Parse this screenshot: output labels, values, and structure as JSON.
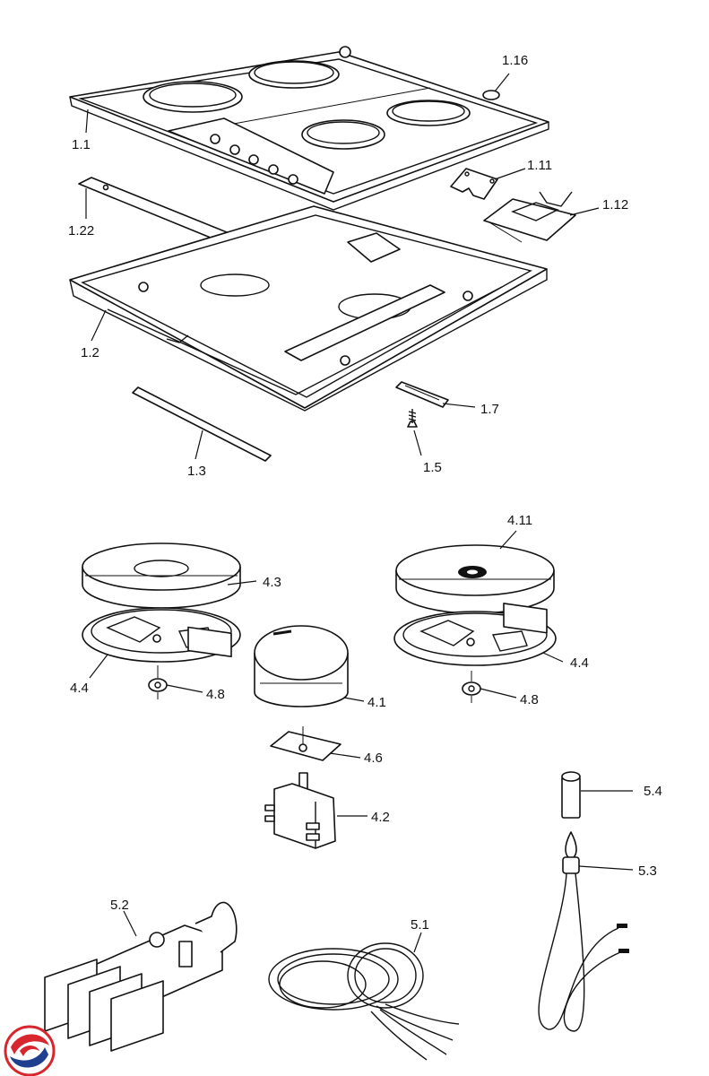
{
  "labels": {
    "l_1_16": "1.16",
    "l_1_1": "1.1",
    "l_1_11": "1.11",
    "l_1_12": "1.12",
    "l_1_22": "1.22",
    "l_1_2": "1.2",
    "l_1_7": "1.7",
    "l_1_5": "1.5",
    "l_1_3": "1.3",
    "l_4_11": "4.11",
    "l_4_3": "4.3",
    "l_4_4_left": "4.4",
    "l_4_4_right": "4.4",
    "l_4_8_left": "4.8",
    "l_4_8_right": "4.8",
    "l_4_1": "4.1",
    "l_4_6": "4.6",
    "l_4_2": "4.2",
    "l_5_4": "5.4",
    "l_5_3": "5.3",
    "l_5_2": "5.2",
    "l_5_1": "5.1"
  },
  "colors": {
    "line": "#111111",
    "background": "#ffffff",
    "logo_red": "#d8262e",
    "logo_blue": "#1f3f8f"
  },
  "icons": {
    "brand_logo": "swirl-logo-icon"
  }
}
